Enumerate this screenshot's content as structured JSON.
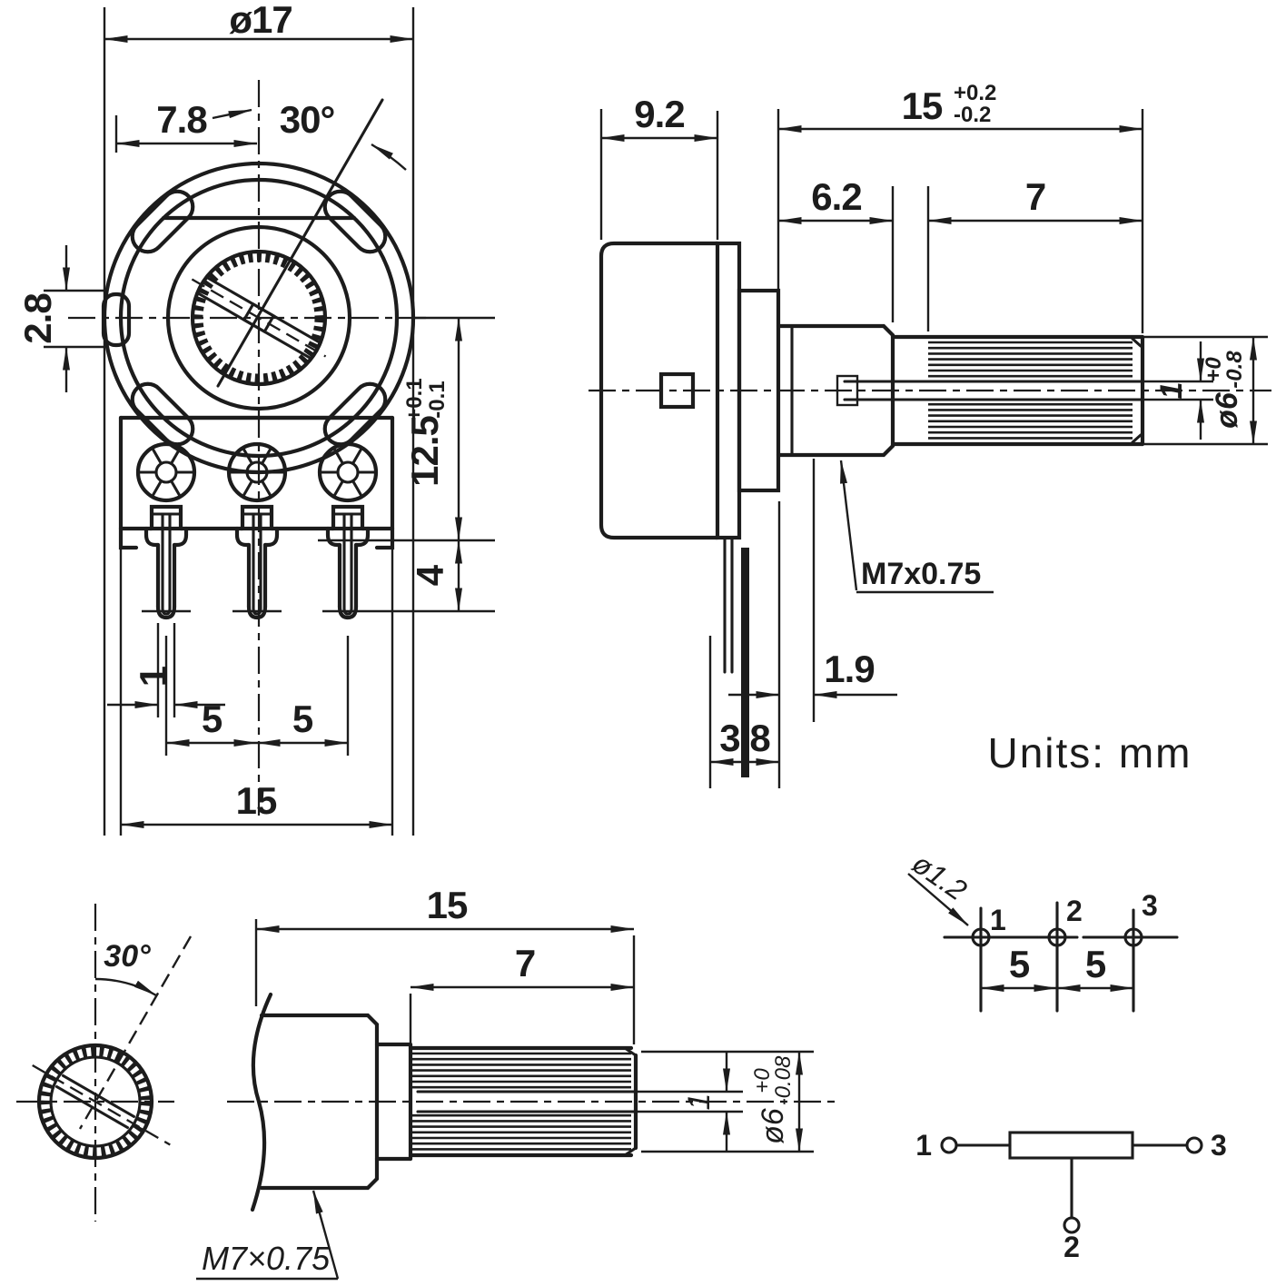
{
  "colors": {
    "line": "#1c1c1c",
    "background": "#ffffff"
  },
  "units_label": "Units:  mm",
  "front_view": {
    "d17": "ø17",
    "w78": "7.8",
    "ang30": "30°",
    "h28": "2.8",
    "h125": "12.5",
    "h125p": "+0.1",
    "h125m": "-0.1",
    "h4": "4",
    "w1": "1",
    "w5a": "5",
    "w5b": "5",
    "w15": "15"
  },
  "side_view": {
    "w92": "9.2",
    "len15": "15",
    "len15p": "+0.2",
    "len15m": "-0.2",
    "w62": "6.2",
    "w7": "7",
    "d6": "ø6",
    "d6p": "+0",
    "d6m": "-0.8",
    "slot1": "1",
    "thread": "M7x0.75",
    "w19": "1.9",
    "w38": "3.8"
  },
  "shaft_end_view": {
    "ang30": "30°"
  },
  "shaft_side_view": {
    "len15": "15",
    "len7": "7",
    "d6": "ø6",
    "d6p": "+0",
    "d6m": "-0.08",
    "slot1": "1",
    "thread": "M7×0.75"
  },
  "pin_layout": {
    "d12": "ø1.2",
    "p1": "1",
    "p2": "2",
    "p3": "3",
    "s5a": "5",
    "s5b": "5"
  },
  "schematic": {
    "p1": "1",
    "p2": "2",
    "p3": "3"
  }
}
